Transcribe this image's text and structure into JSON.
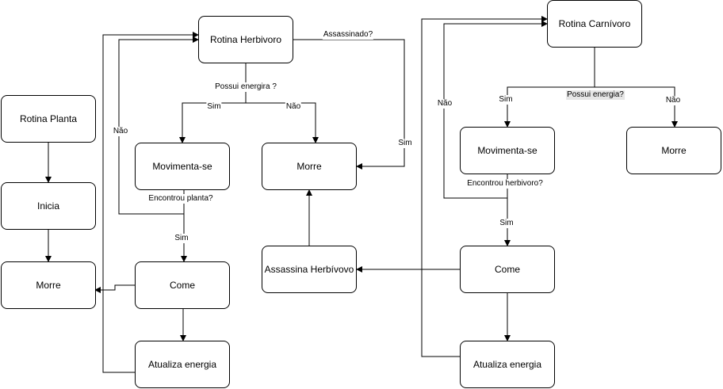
{
  "nodes": {
    "rotina_planta": "Rotina Planta",
    "inicia": "Inicia",
    "morre_planta": "Morre",
    "rotina_herbivoro": "Rotina Herbivoro",
    "movimenta_herb": "Movimenta-se",
    "morre_herb": "Morre",
    "come_herb": "Come",
    "atualiza_herb": "Atualiza energia",
    "assassina_herb": "Assassina Herbívovo",
    "rotina_carnivoro": "Rotina Carnívoro",
    "movimenta_carn": "Movimenta-se",
    "morre_carn": "Morre",
    "come_carn": "Come",
    "atualiza_carn": "Atualiza energia"
  },
  "labels": {
    "herb_possui_energia": "Possui energira ?",
    "herb_sim_1": "Sim",
    "herb_nao_1": "Não",
    "herb_assassinado": "Assassinado?",
    "herb_sim_assassinado": "Sim",
    "herb_nao_planta": "Não",
    "herb_encontrou_planta": "Encontrou planta?",
    "herb_sim_planta": "Sim",
    "carn_possui_energia": "Possui energia?",
    "carn_sim_1": "Sim",
    "carn_nao_1": "Não",
    "carn_nao_herb": "Não",
    "carn_encontrou_herb": "Encontrou herbivoro?",
    "carn_sim_herb": "Sim"
  }
}
